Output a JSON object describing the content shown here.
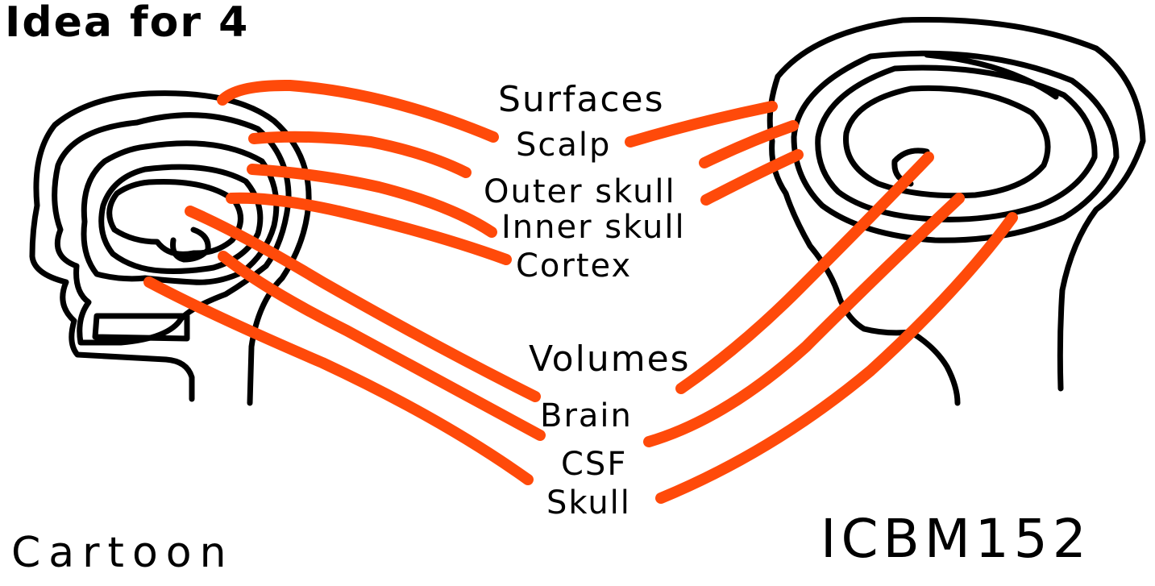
{
  "title": "Idea for 4",
  "bottom_left_label": "Cartoon",
  "bottom_right_label": "ICBM152",
  "surfaces": {
    "heading": "Surfaces",
    "items": [
      "Scalp",
      "Outer skull",
      "Inner skull",
      "Cortex"
    ]
  },
  "volumes": {
    "heading": "Volumes",
    "items": [
      "Brain",
      "CSF",
      "Skull"
    ]
  },
  "colors": {
    "ink": "#000000",
    "connector": "#ff4a0a",
    "background": "#ffffff"
  }
}
